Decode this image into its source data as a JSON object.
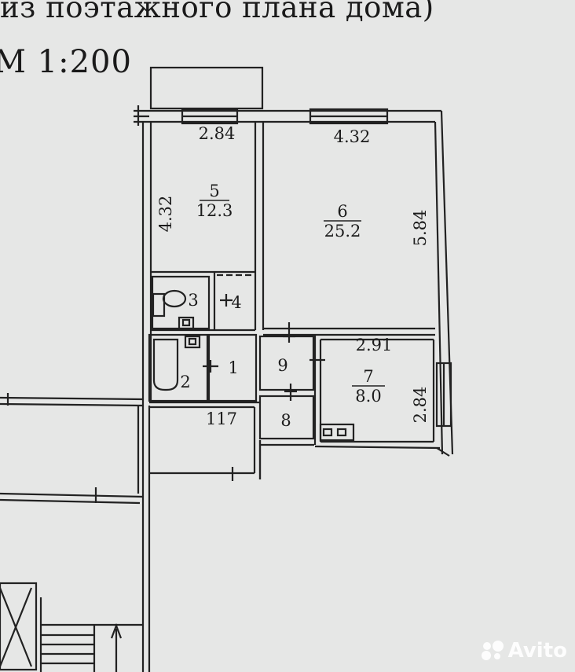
{
  "header": {
    "title": "из поэтажного плана дома)",
    "scale": "М 1:200"
  },
  "plan": {
    "dimensions": {
      "room5_width": "2.84",
      "room5_length": "4.32",
      "room6_width": "4.32",
      "room6_length": "5.84",
      "room7_width": "2.91",
      "room7_length": "2.84",
      "corridor_width": "117"
    },
    "rooms": [
      {
        "number": "5",
        "area": "12.3"
      },
      {
        "number": "6",
        "area": "25.2"
      },
      {
        "number": "7",
        "area": "8.0"
      },
      {
        "number": "1"
      },
      {
        "number": "2"
      },
      {
        "number": "3"
      },
      {
        "number": "4"
      },
      {
        "number": "8"
      },
      {
        "number": "9"
      }
    ]
  },
  "watermark": {
    "brand": "Avito"
  }
}
